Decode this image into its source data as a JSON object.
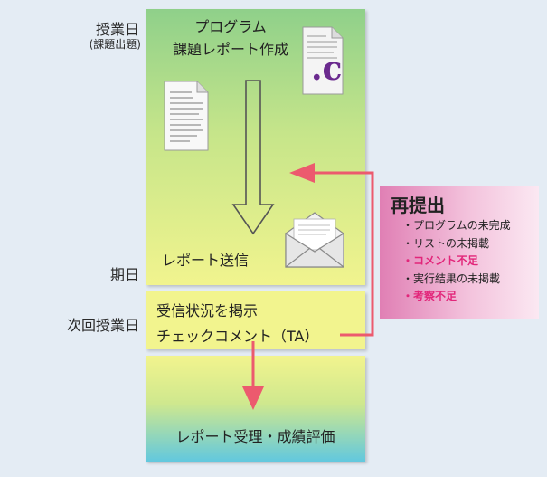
{
  "timeline": {
    "class_day": "授業日",
    "class_day_sub": "(課題出題)",
    "deadline": "期日",
    "next_class_day": "次回授業日"
  },
  "steps": {
    "assignment_line1": "プログラム",
    "assignment_line2": "課題レポート作成",
    "c_file_label": ".c",
    "submit": "レポート送信",
    "status_line1": "受信状況を掲示",
    "status_line2": "チェックコメント（TA）",
    "accept": "レポート受理・成績評価"
  },
  "resubmit": {
    "title": "再提出",
    "reasons": [
      {
        "text": "・プログラムの未完成",
        "highlight": false
      },
      {
        "text": "・リストの未掲載",
        "highlight": false
      },
      {
        "text": "・コメント不足",
        "highlight": true
      },
      {
        "text": "・実行結果の未掲載",
        "highlight": false
      },
      {
        "text": "・考察不足",
        "highlight": true
      }
    ]
  },
  "colors": {
    "arrow_red": "#ec5a6e",
    "highlight_text": "#e2267a",
    "c_letter": "#6a2a8e"
  }
}
